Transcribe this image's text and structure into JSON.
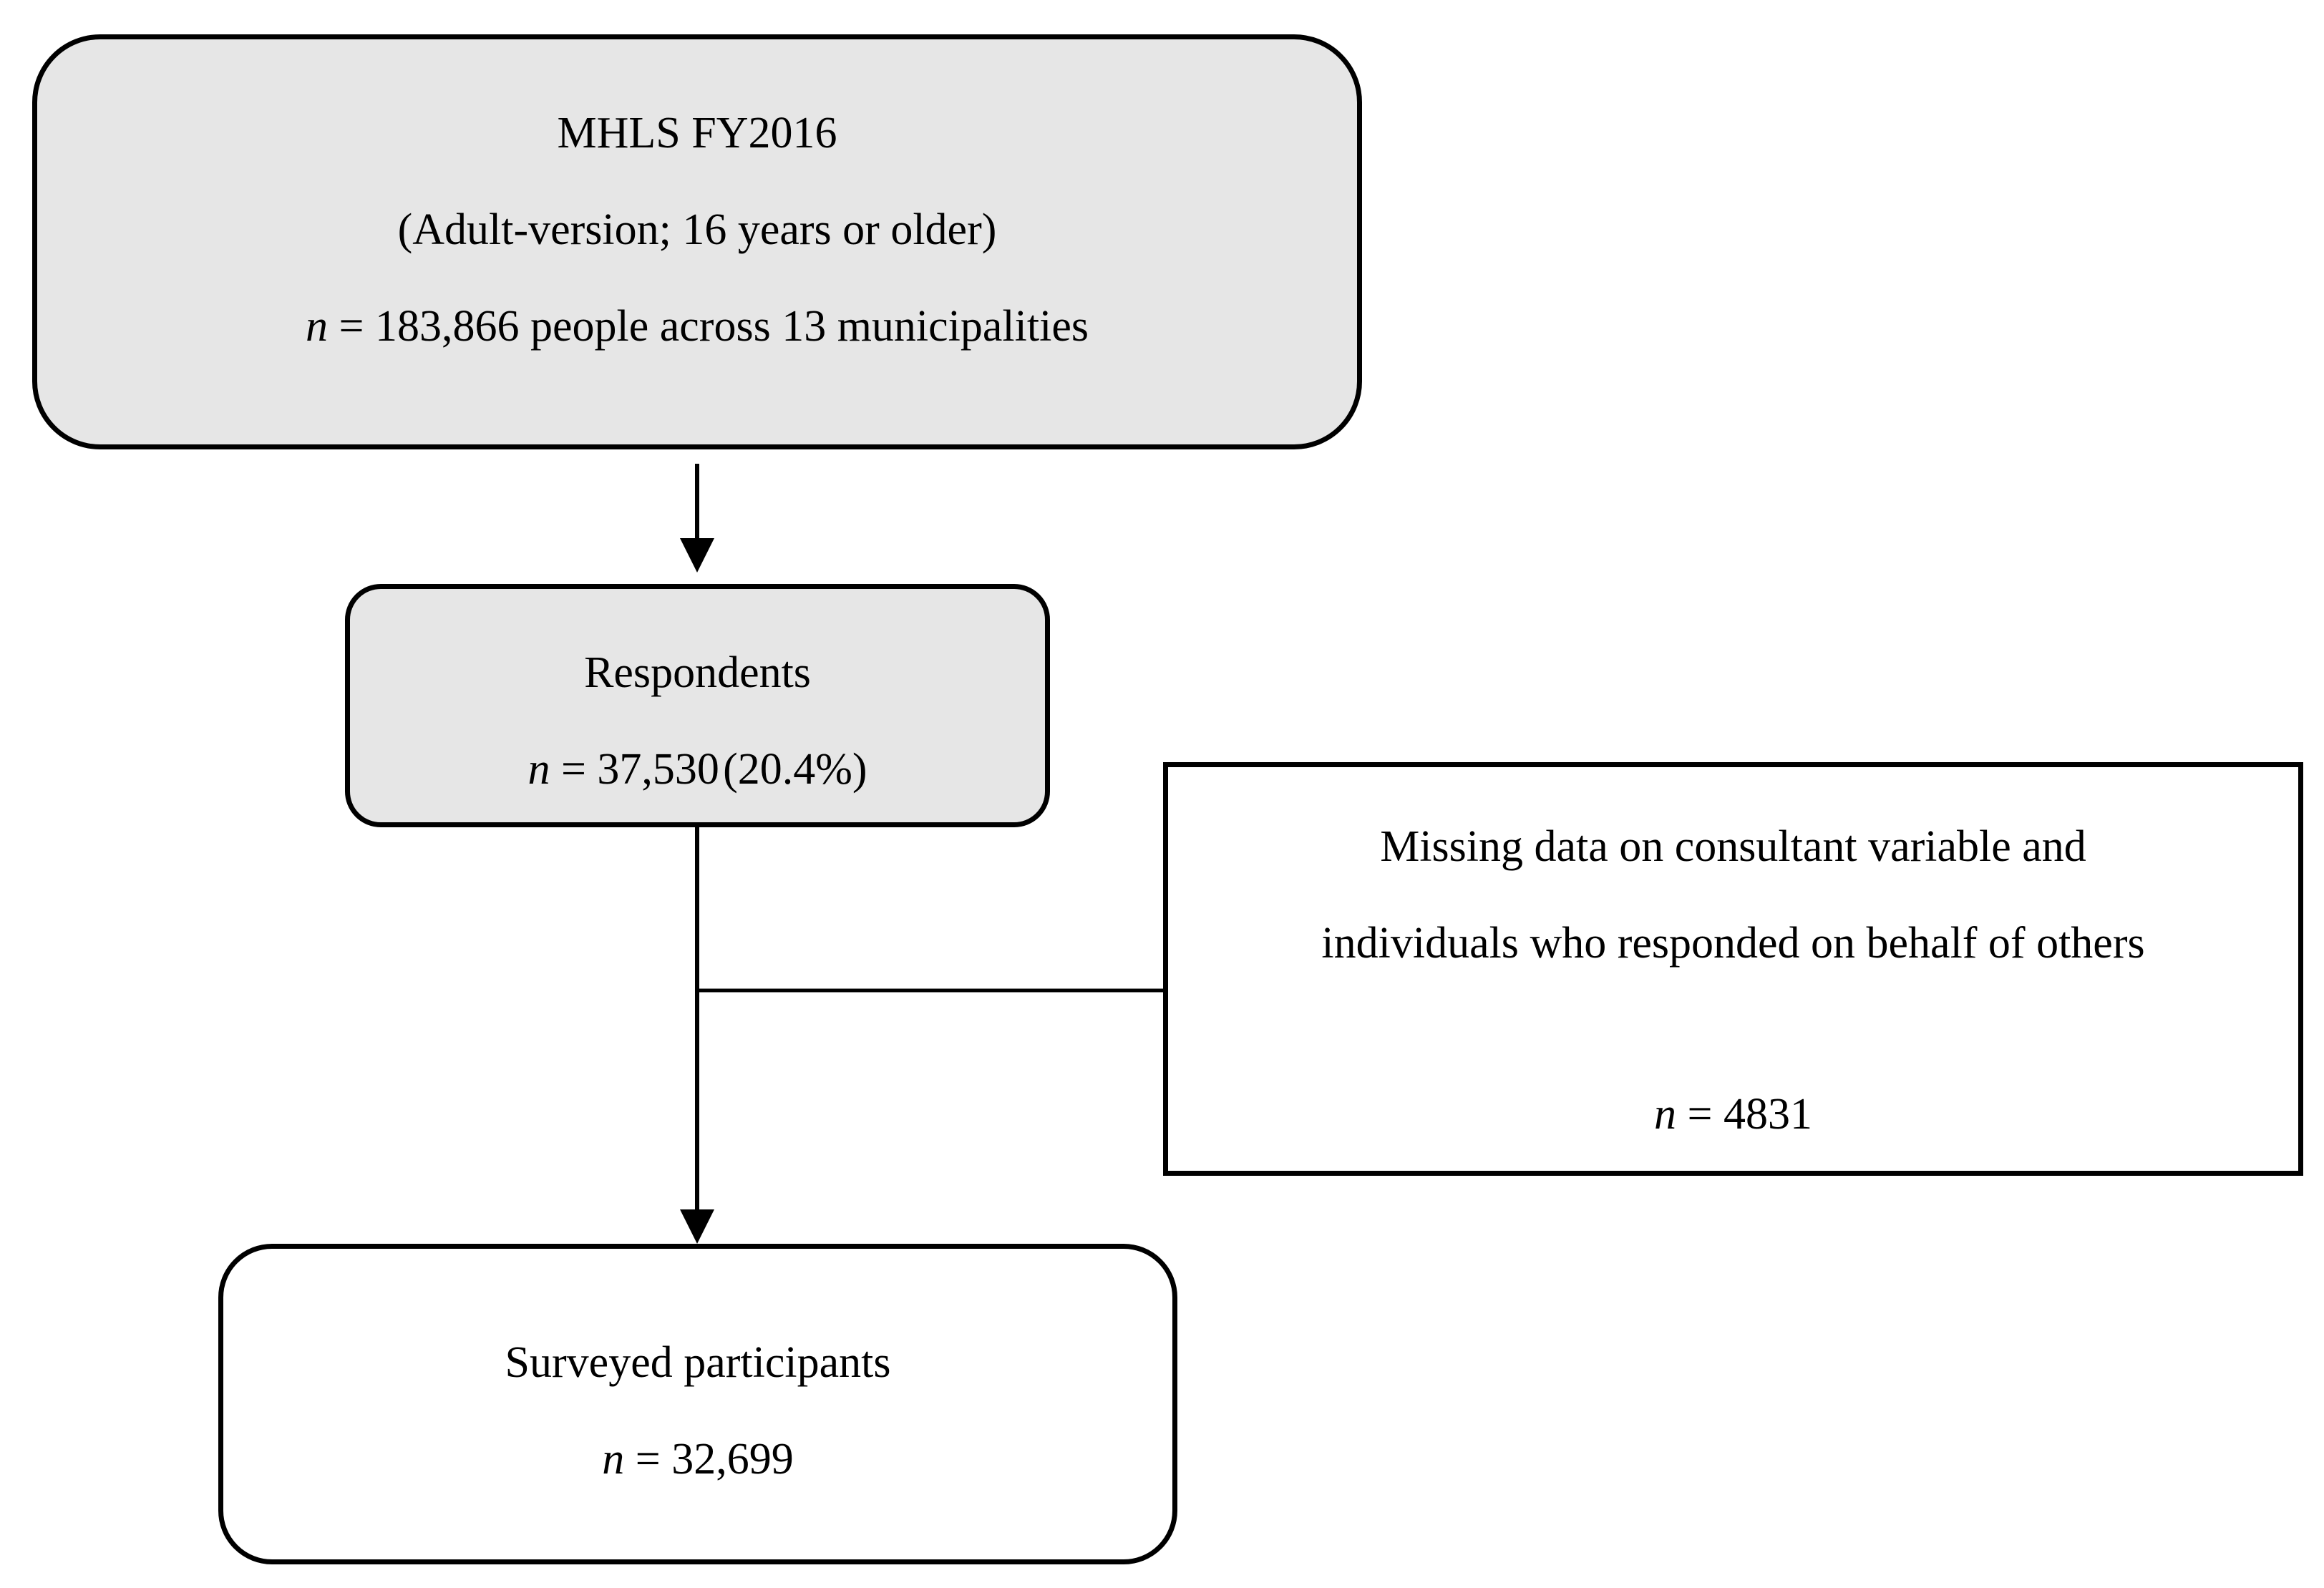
{
  "flowchart": {
    "source": {
      "title": "MHLS FY2016",
      "subtitle": "(Adult-version; 16 years or older)",
      "count_var": "n",
      "count_text": " = 183,866 people across 13 municipalities"
    },
    "respondents": {
      "title": "Respondents",
      "count_var": "n",
      "count_text": " = 37,530 (20.4%)"
    },
    "excluded": {
      "line1": "Missing data on consultant variable and",
      "line2": "individuals who responded on behalf of others",
      "count_var": "n",
      "count_text": " = 4831"
    },
    "final": {
      "title": "Surveyed participants",
      "count_var": "n",
      "count_text": " = 32,699"
    }
  },
  "colors": {
    "shaded_box_fill": "#e6e6e6",
    "plain_box_fill": "#ffffff",
    "stroke": "#000000"
  }
}
